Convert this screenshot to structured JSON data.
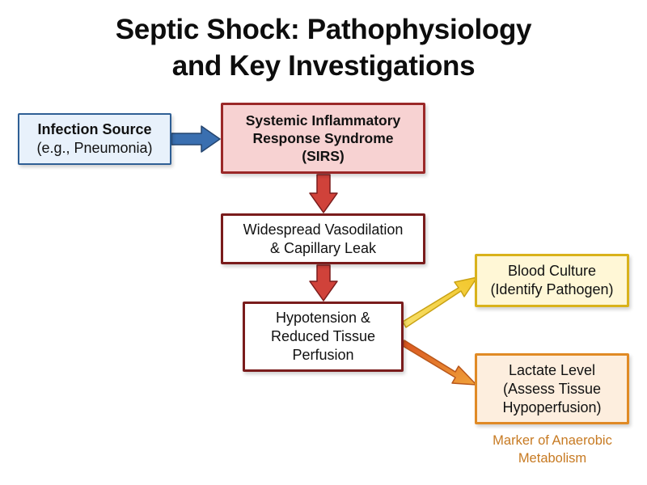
{
  "title": {
    "line1": "Septic Shock: Pathophysiology",
    "line2": "and Key Investigations"
  },
  "nodes": {
    "infection": {
      "line1": "Infection Source",
      "line2": "(e.g., Pneumonia)"
    },
    "sirs": {
      "line1": "Systemic Inflammatory",
      "line2": "Response Syndrome",
      "line3": "(SIRS)"
    },
    "vasodilation": {
      "line1": "Widespread Vasodilation",
      "line2": "& Capillary Leak"
    },
    "hypotension": {
      "line1": "Hypotension &",
      "line2": "Reduced Tissue",
      "line3": "Perfusion"
    },
    "blood_culture": {
      "line1": "Blood Culture",
      "line2": "(Identify Pathogen)"
    },
    "lactate": {
      "line1": "Lactate Level",
      "line2": "(Assess Tissue",
      "line3": "Hypoperfusion)"
    }
  },
  "annotation": {
    "line1": "Marker of Anaerobic",
    "line2": "Metabolism"
  },
  "colors": {
    "infection_fill": "#e8f1fb",
    "infection_border": "#2f5f95",
    "sirs_fill": "#f7d2d2",
    "sirs_border": "#9b2828",
    "process_border": "#7a1c1c",
    "blood_fill": "#fff7d6",
    "blood_border": "#d9b21a",
    "lactate_fill": "#fdeede",
    "lactate_border": "#e08a25",
    "annotation_text": "#c77a22",
    "arrow_blue": "#3a6fb0",
    "arrow_red": "#d0423a",
    "arrow_yellow": "#f2cf3a",
    "arrow_orange": "#e8892a"
  }
}
